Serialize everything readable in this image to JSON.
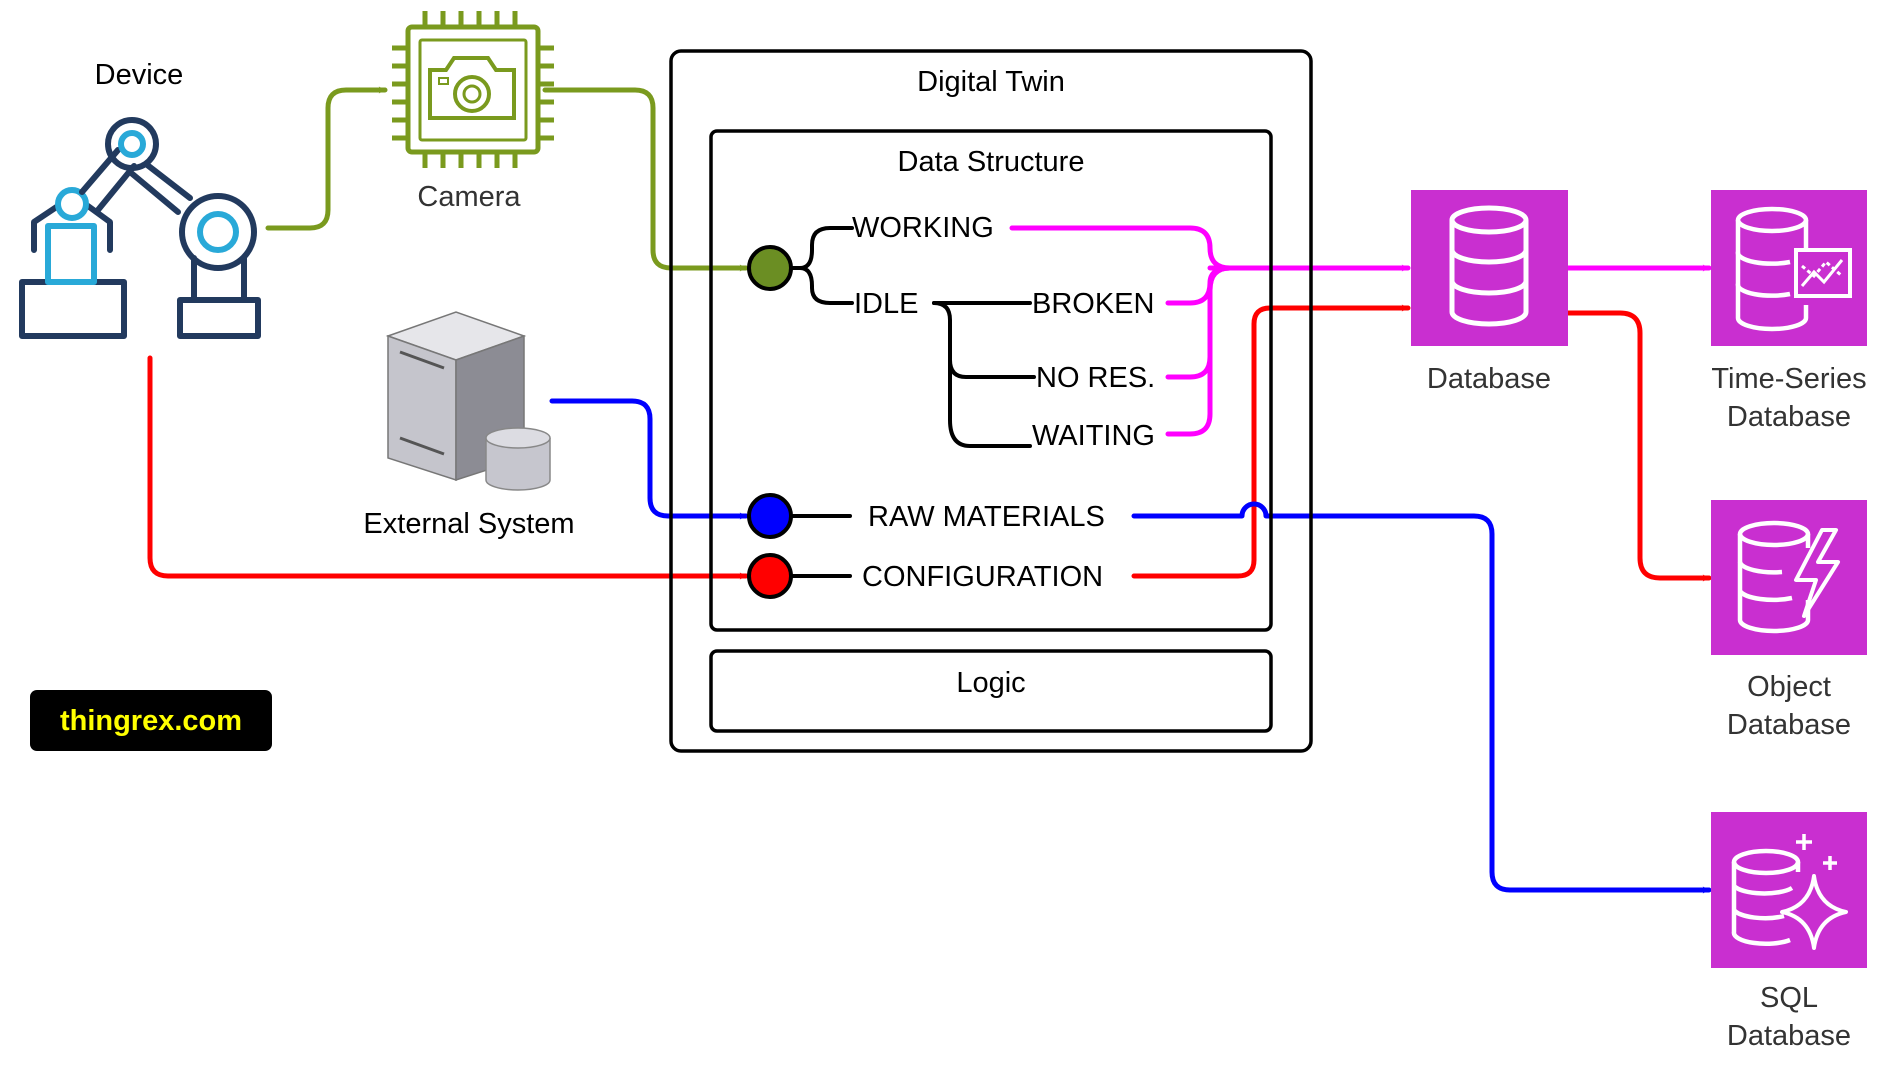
{
  "sources": {
    "device": {
      "label": "Device",
      "icon": "robot-arm-icon"
    },
    "camera": {
      "label": "Camera",
      "icon": "camera-chip-icon"
    },
    "external": {
      "label": "External System",
      "icon": "server-icon"
    }
  },
  "twin": {
    "title": "Digital Twin",
    "structure_title": "Data Structure",
    "states": {
      "working": "WORKING",
      "idle": "IDLE",
      "broken": "BROKEN",
      "nores": "NO RES.",
      "waiting": "WAITING"
    },
    "raw": "RAW MATERIALS",
    "config": "CONFIGURATION",
    "logic": "Logic"
  },
  "stores": {
    "database": {
      "label": "Database",
      "icon": "database-icon"
    },
    "timeseries": {
      "label_line1": "Time-Series",
      "label_line2": "Database",
      "icon": "timeseries-database-icon"
    },
    "object": {
      "label_line1": "Object",
      "label_line2": "Database",
      "icon": "object-database-icon"
    },
    "sql": {
      "label_line1": "SQL",
      "label_line2": "Database",
      "icon": "sql-database-icon"
    }
  },
  "brand": {
    "label": "thingrex.com"
  },
  "colors": {
    "green": "#7a9a1e",
    "magenta": "#ff00ff",
    "red": "#ff0000",
    "blue": "#0000ff",
    "store_fill": "#c92fd0",
    "brand_bg": "#000000",
    "brand_text": "#ffff00",
    "icon_navy": "#223a5e",
    "icon_cyan": "#29a9d8",
    "text_grey": "#333333"
  }
}
